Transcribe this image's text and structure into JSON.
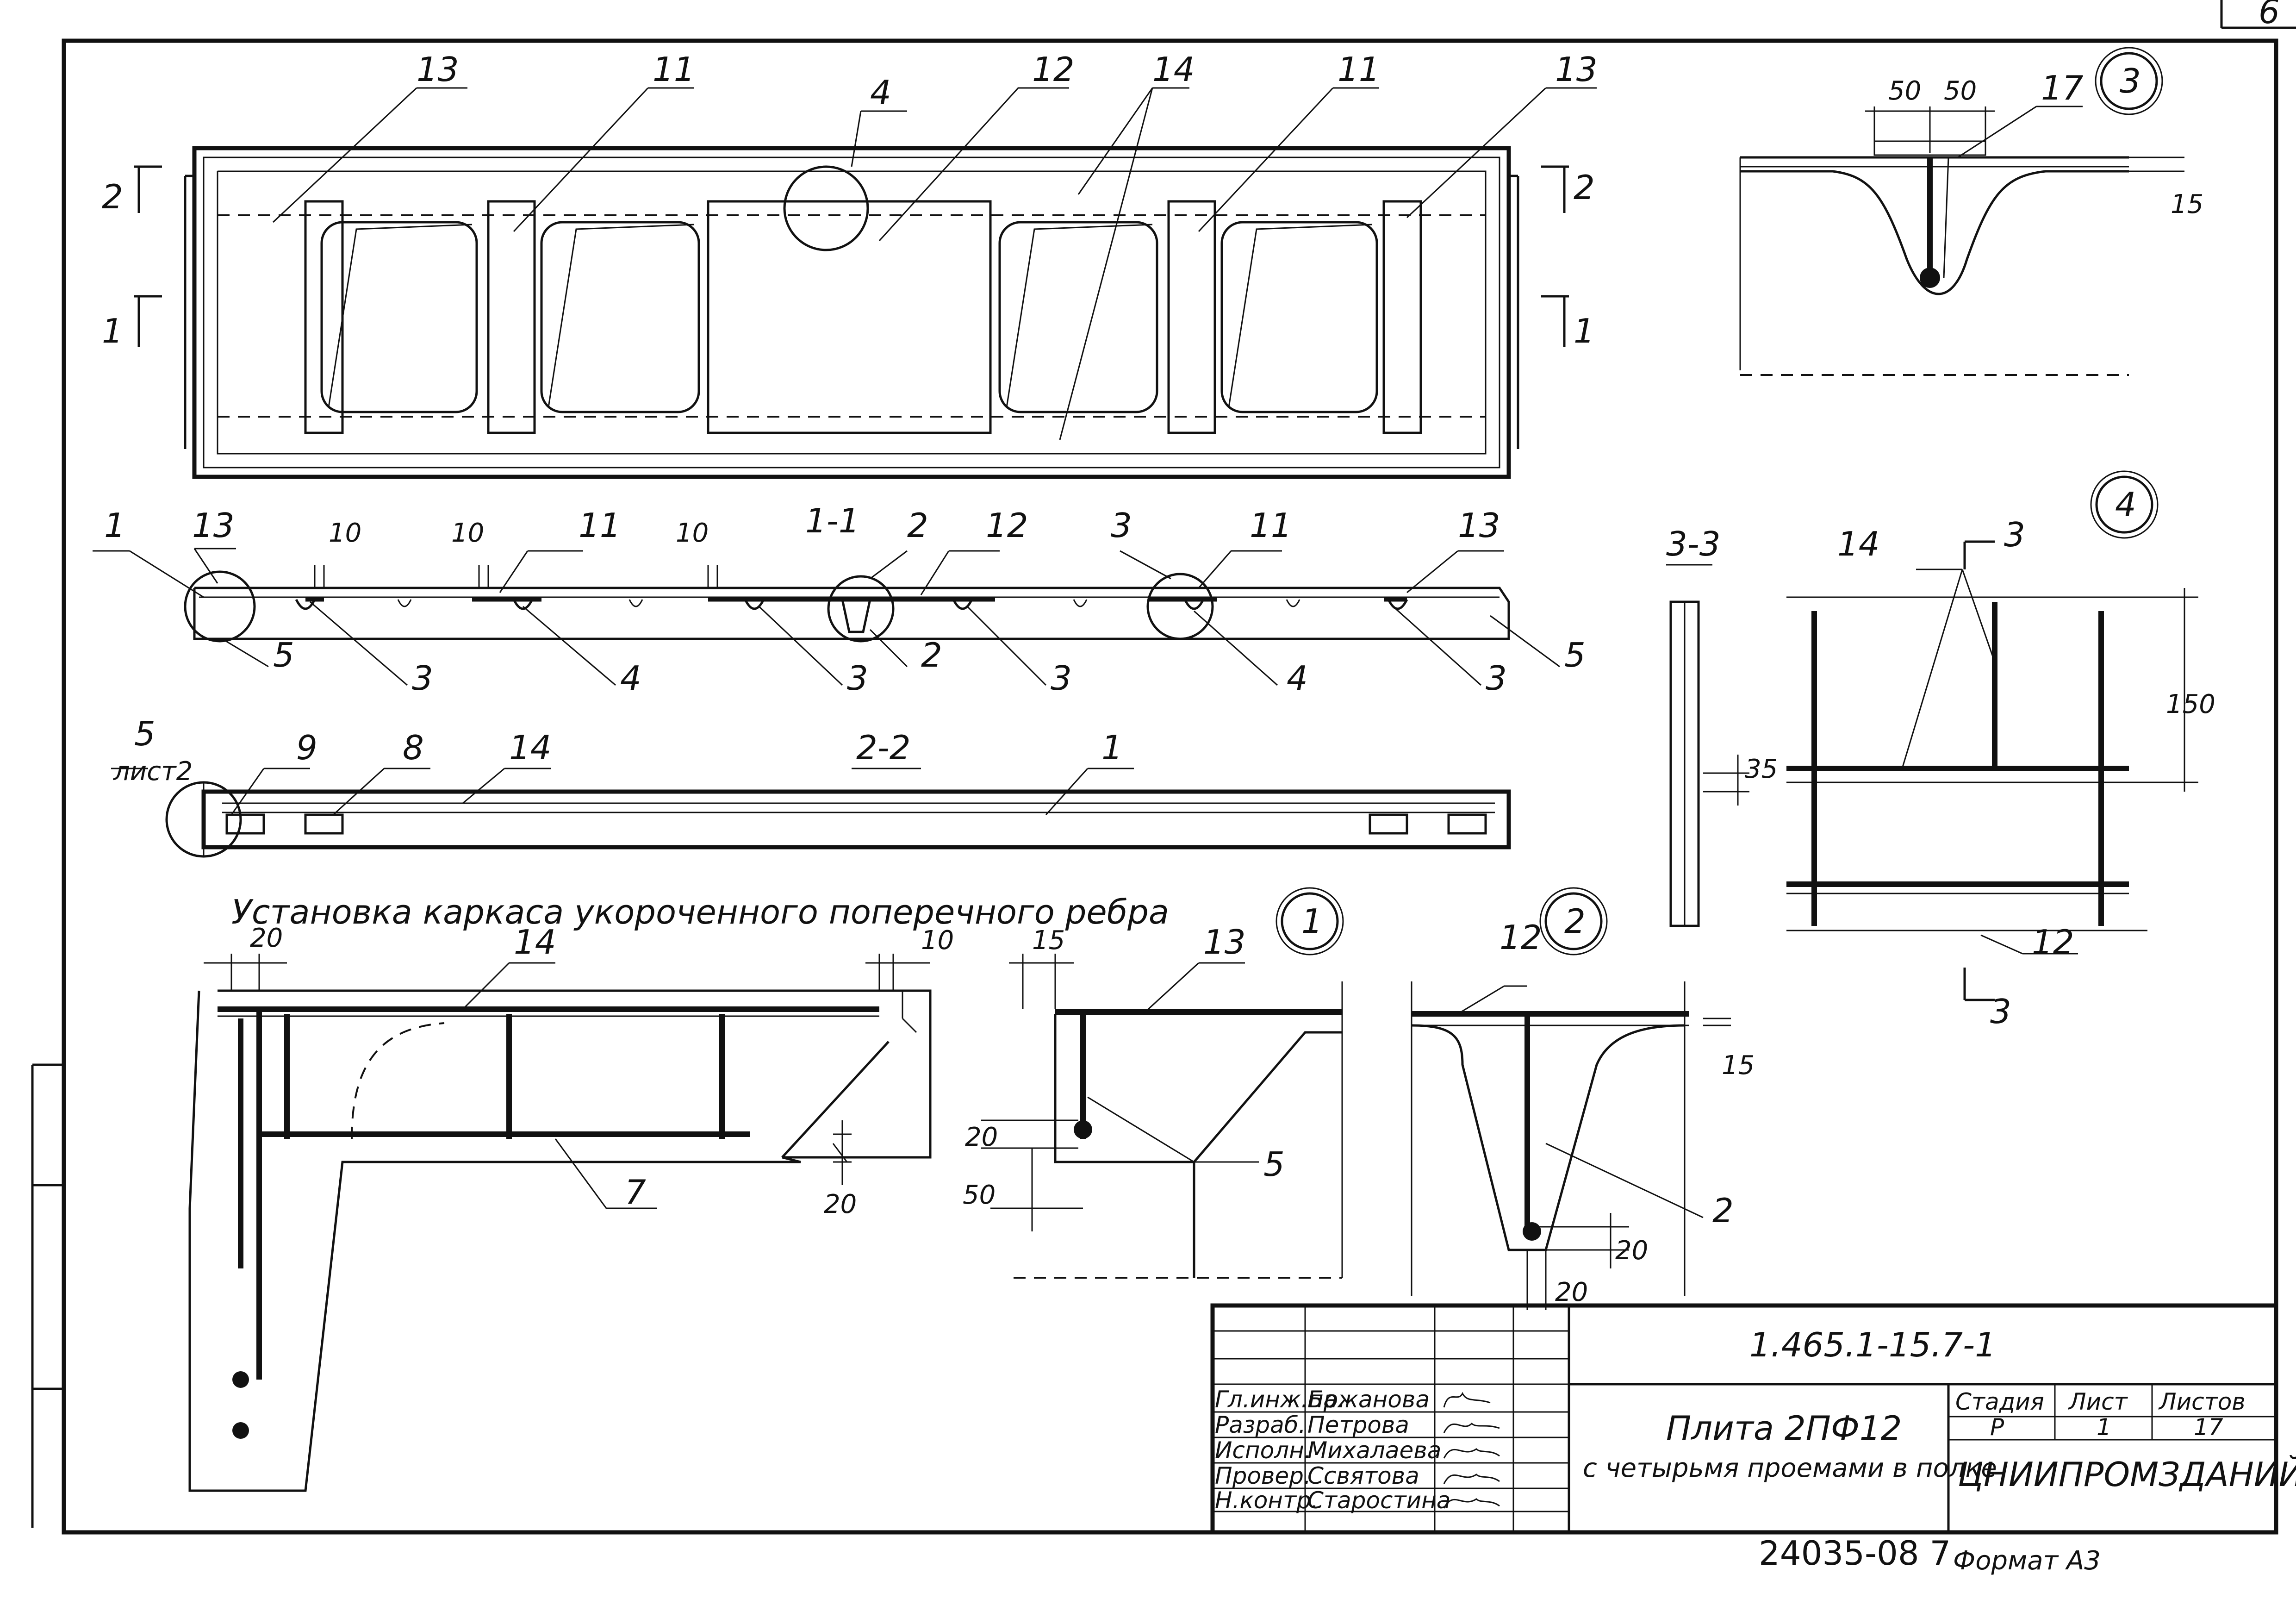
{
  "page": {
    "sheet_corner_number": "6",
    "inset_heading": "Установка каркаса укороченного поперечного ребра"
  },
  "callouts": {
    "top_view": [
      "13",
      "11",
      "4",
      "12",
      "14",
      "11",
      "13"
    ],
    "section_marks": [
      "2",
      "1",
      "2",
      "1"
    ],
    "section_1_1": {
      "title": "1-1",
      "labels_top": [
        "1",
        "13",
        "10",
        "10",
        "11",
        "10",
        "2",
        "12",
        "3",
        "11",
        "13"
      ],
      "labels_bottom": [
        "5",
        "3",
        "4",
        "3",
        "2",
        "3",
        "4",
        "3",
        "5"
      ]
    },
    "section_2_2": {
      "title": "2-2",
      "labels": [
        "9",
        "8",
        "14",
        "1"
      ],
      "ref_number": "5",
      "ref_sheet": "лист2"
    },
    "section_3_3": {
      "title": "3-3",
      "labels": [
        "35"
      ]
    },
    "inset": {
      "labels": [
        "20",
        "14",
        "10",
        "7",
        "20"
      ]
    },
    "detail_1": {
      "id": "1",
      "labels": [
        "15",
        "13",
        "5",
        "20",
        "50"
      ]
    },
    "detail_2": {
      "id": "2",
      "labels": [
        "12",
        "15",
        "2",
        "20",
        "20"
      ]
    },
    "detail_3": {
      "id": "3",
      "labels": [
        "50",
        "50",
        "17",
        "15"
      ]
    },
    "detail_4": {
      "id": "4",
      "labels": [
        "14",
        "3",
        "150",
        "12",
        "3"
      ]
    }
  },
  "title_block": {
    "code": "1.465.1-15.7-1",
    "roles": [
      "Гл.инж.пр.",
      "Разраб.",
      "Исполн.",
      "Провер.",
      "Н.контр."
    ],
    "names": [
      "Бажанова",
      "Петрова",
      "Михалаева",
      "Ссвятова",
      "Старостина"
    ],
    "product_title": "Плита 2ПФ12",
    "product_subtitle": "с четырьмя проемами в полке",
    "stage_header": "Стадия",
    "sheet_header": "Лист",
    "sheets_header": "Листов",
    "stage_value": "Р",
    "sheet_value": "1",
    "sheets_value": "17",
    "organization": "ЦНИИПРОМЗДАНИЙ"
  },
  "footer": {
    "archive_number": "24035-08 7",
    "format": "Формат А3"
  }
}
